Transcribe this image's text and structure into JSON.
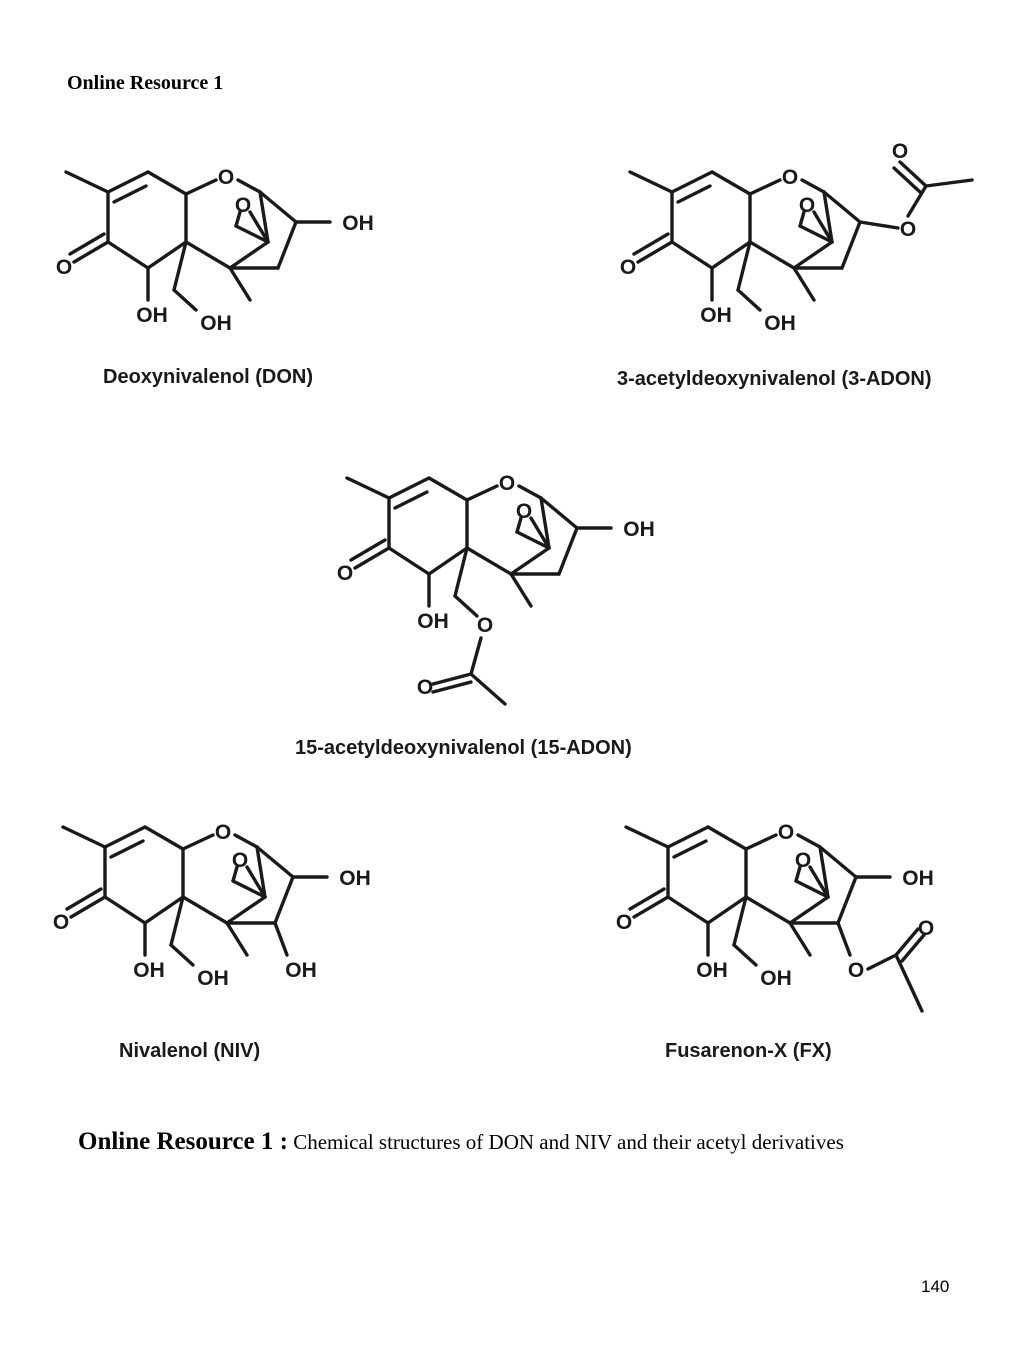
{
  "header": {
    "title": "Online Resource 1"
  },
  "structures": [
    {
      "name": "Deoxynivalenol (DON)"
    },
    {
      "name": "3-acetyldeoxynivalenol (3-ADON)"
    },
    {
      "name": "15-acetyldeoxynivalenol (15-ADON)"
    },
    {
      "name": "Nivalenol (NIV)"
    },
    {
      "name": "Fusarenon-X (FX)"
    }
  ],
  "atoms": {
    "oxygen": "O",
    "hydroxyl": "OH"
  },
  "caption": {
    "lead": "Online Resource 1 :",
    "text": " Chemical structures of DON and NIV and their acetyl derivatives"
  },
  "page_number": "140"
}
